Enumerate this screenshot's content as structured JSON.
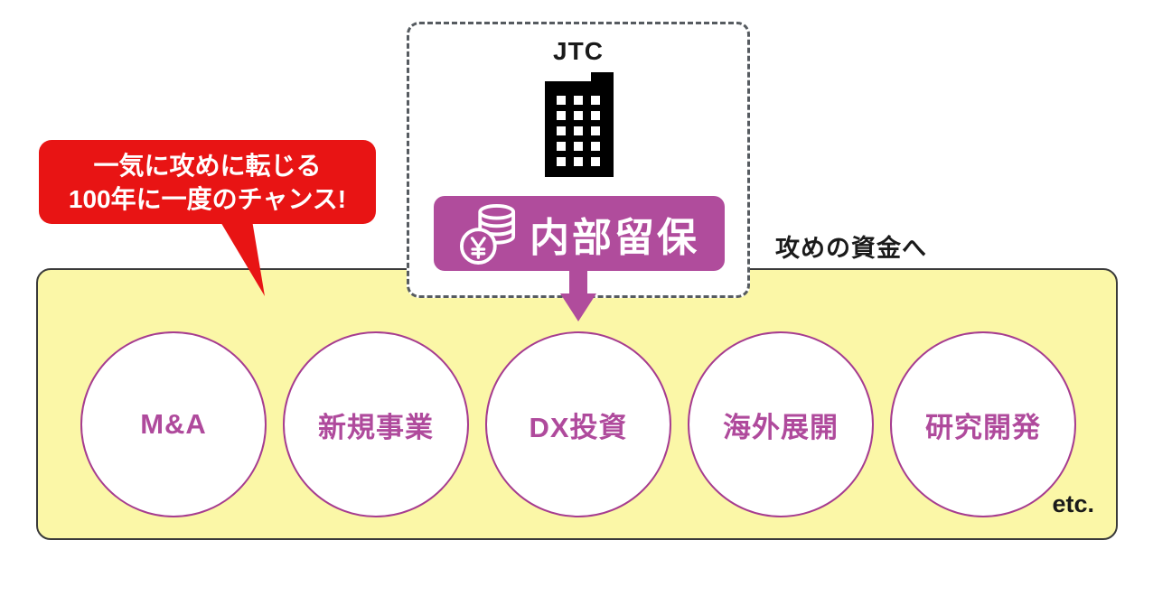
{
  "jtc": {
    "label": "JTC"
  },
  "reserve_badge": {
    "label": "内部留保"
  },
  "callout": {
    "line1": "一気に攻めに転じる",
    "line2": "100年に一度のチャンス!"
  },
  "caption": {
    "offensive_funds": "攻めの資金へ"
  },
  "investments": {
    "items": [
      {
        "label": "M&A"
      },
      {
        "label": "新規事業"
      },
      {
        "label": "DX投資"
      },
      {
        "label": "海外展開"
      },
      {
        "label": "研究開発"
      }
    ],
    "etc": "etc."
  },
  "icons": {
    "building": "office-building-icon",
    "coins": "yen-coins-icon",
    "arrow": "down-arrow-icon",
    "tail": "speech-bubble-tail"
  },
  "colors": {
    "magenta": "#b04c9c",
    "circle_border": "#a63c90",
    "red": "#e81414",
    "yellow_bg": "#fbf7a7",
    "dashed_border": "#565b60",
    "black": "#1a1a1a"
  }
}
